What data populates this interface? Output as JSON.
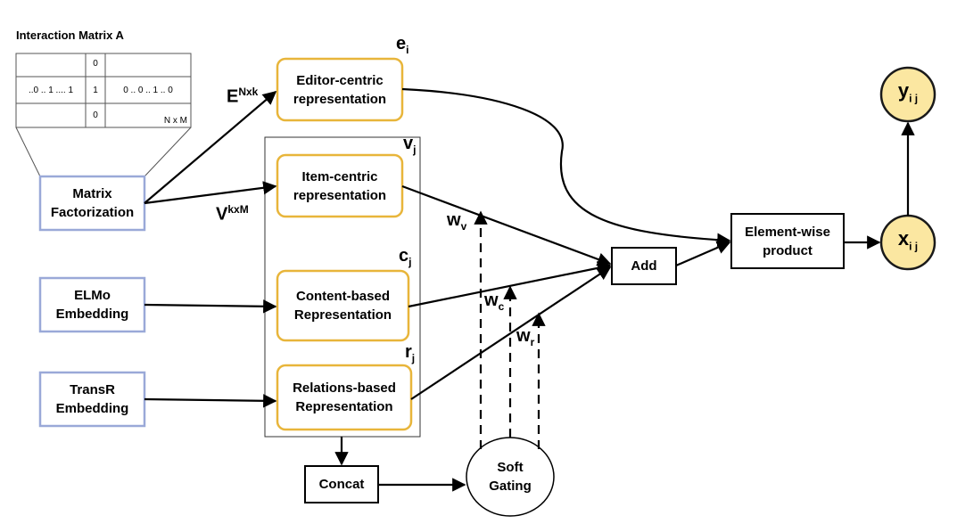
{
  "matrix": {
    "title": "Interaction Matrix A",
    "cells": {
      "top": "0",
      "left": "..0  .. 1 .... 1",
      "center": "1",
      "right": "0 .. 0 .. 1 .. 0",
      "bottom": "0"
    },
    "dims": "N x M"
  },
  "inputs": {
    "mf": {
      "line1": "Matrix",
      "line2": "Factorization"
    },
    "elmo": {
      "line1": "ELMo",
      "line2": "Embedding"
    },
    "transr": {
      "line1": "TransR",
      "line2": "Embedding"
    }
  },
  "representations": {
    "editor": {
      "line1": "Editor-centric",
      "line2": "representation",
      "symbol": "e",
      "sub": "i"
    },
    "item": {
      "line1": "Item-centric",
      "line2": "representation",
      "symbol": "v",
      "sub": "j"
    },
    "content": {
      "line1": "Content-based",
      "line2": "Representation",
      "symbol": "c",
      "sub": "j"
    },
    "relations": {
      "line1": "Relations-based",
      "line2": "Representation",
      "symbol": "r",
      "sub": "j"
    }
  },
  "edge_labels": {
    "E": {
      "base": "E",
      "sup": "Nxk"
    },
    "V": {
      "base": "V",
      "sup": "kxM"
    }
  },
  "weights": {
    "wv": {
      "base": "w",
      "sub": "v"
    },
    "wc": {
      "base": "w",
      "sub": "c"
    },
    "wr": {
      "base": "w",
      "sub": "r"
    }
  },
  "ops": {
    "concat": "Concat",
    "gating": {
      "line1": "Soft",
      "line2": "Gating"
    },
    "add": "Add",
    "product": {
      "line1": "Element-wise",
      "line2": "product"
    }
  },
  "outputs": {
    "x": {
      "base": "x",
      "sub": "i j"
    },
    "y": {
      "base": "y",
      "sub": "i j"
    }
  },
  "colors": {
    "input_border": "#9aa9d8",
    "rep_border": "#e8b53a",
    "output_fill": "#fbe7a1",
    "output_border": "#1a1a1a"
  }
}
